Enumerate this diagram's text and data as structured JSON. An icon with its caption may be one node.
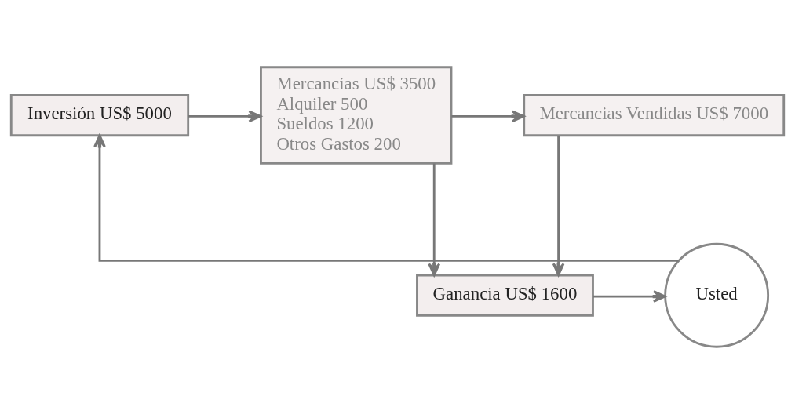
{
  "diagram": {
    "nodes": [
      {
        "text": [
          "Inversión US$ 5000"
        ]
      },
      {
        "text": [
          "Mercancias US$ 3500",
          "Alquiler 500",
          "Sueldos 1200",
          "Otros Gastos 200"
        ]
      },
      {
        "text": [
          "Mercancias Vendidas US$ 7000"
        ]
      },
      {
        "text": [
          "Ganancia US$ 1600"
        ]
      },
      {
        "text": [
          "Usted"
        ]
      }
    ],
    "edges": [
      {
        "from": 0,
        "to": 1,
        "arrow": "to"
      },
      {
        "from": 1,
        "to": 2,
        "arrow": "to"
      },
      {
        "from": 1,
        "to": 3,
        "arrow": "to"
      },
      {
        "from": 2,
        "to": 3,
        "arrow": "to"
      },
      {
        "from": 3,
        "to": 4,
        "arrow": "to"
      },
      {
        "from": 4,
        "to": 0,
        "arrow": "to"
      }
    ]
  }
}
